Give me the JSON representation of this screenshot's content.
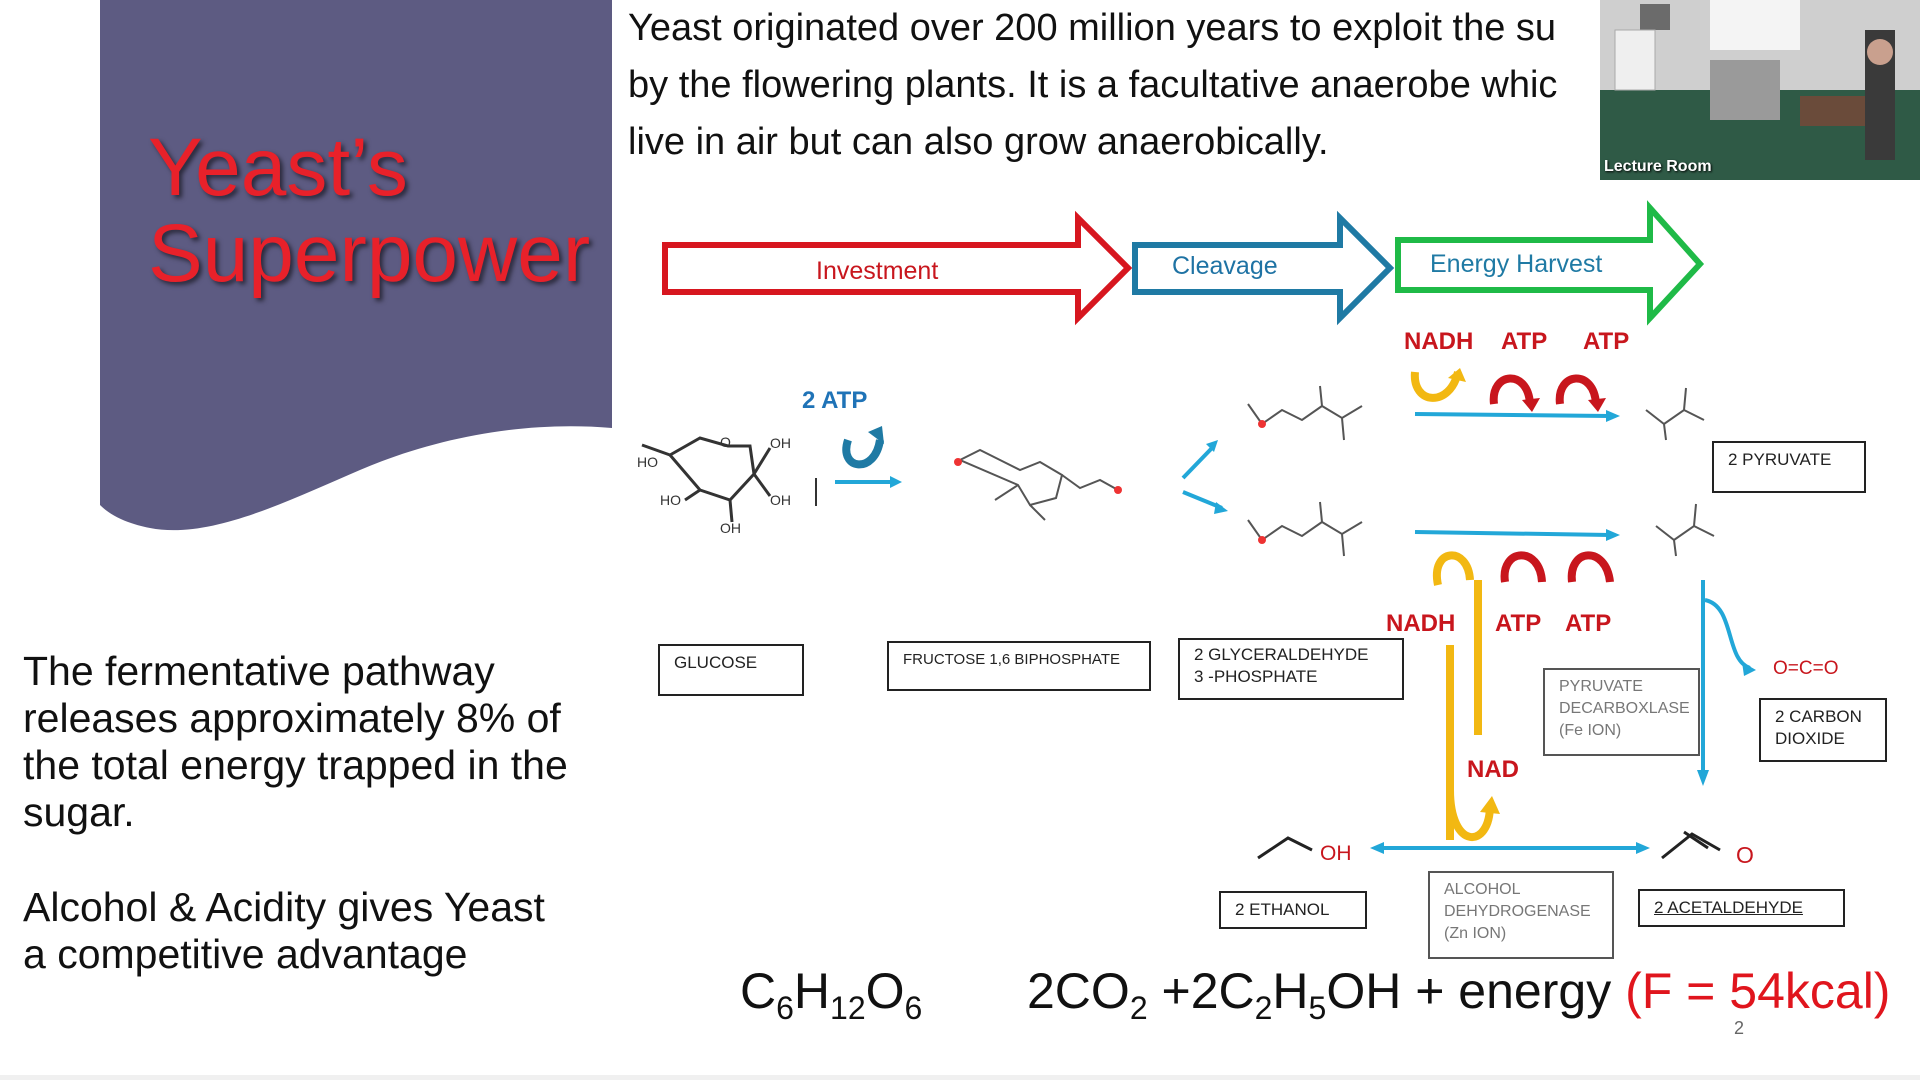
{
  "slide": {
    "title_line1": "Yeast’s",
    "title_line2": "Superpower",
    "intro_lines": [
      "Yeast originated over 200 million years to exploit the su",
      "by the flowering plants. It is a facultative anaerobe whic",
      "live in air but can also grow anaerobically."
    ],
    "para1_lines": [
      "The fermentative pathway",
      "releases approximately 8% of",
      "the total energy trapped in the",
      "sugar."
    ],
    "para2_lines": [
      "Alcohol & Acidity gives Yeast",
      "a competitive advantage"
    ],
    "page_number": "2"
  },
  "pathway": {
    "stage_investment": "Investment",
    "stage_cleavage": "Cleavage",
    "stage_energy": "Energy Harvest",
    "atp2": "2 ATP",
    "top_cofactors": [
      "NADH",
      "ATP",
      "ATP"
    ],
    "bottom_cofactors": [
      "NADH",
      "ATP",
      "ATP"
    ],
    "nad": "NAD",
    "boxes": {
      "glucose": "GLUCOSE",
      "fructose": "FRUCTOSE 1,6 BIPHOSPHATE",
      "g3p_line1": "2 GLYCERALDEHYDE",
      "g3p_line2": "3 -PHOSPHATE",
      "pyruvate": "2 PYRUVATE",
      "decarb_line1": "PYRUVATE",
      "decarb_line2": "DECARBOXLASE",
      "decarb_line3": "(Fe ION)",
      "co2_line1": "2 CARBON",
      "co2_line2": "DIOXIDE",
      "ethanol": "2 ETHANOL",
      "adh_line1": "ALCOHOL",
      "adh_line2": "DEHYDROGENASE",
      "adh_line3": "(Zn ION)",
      "acetaldehyde": "2 ACETALDEHYDE"
    },
    "chem_labels": {
      "ho1": "HO",
      "oh1": "OH",
      "ho2": "HO",
      "oh2": "OH",
      "oh3": "OH",
      "o1": "O",
      "co2_formula": "O=C=O",
      "ethanol_oh": "OH",
      "acet_o": "O"
    }
  },
  "equation": {
    "c": "C",
    "c_sub": "6",
    "h": "H",
    "h_sub": "12",
    "o": "O",
    "o_sub": "6",
    "p1": "2CO",
    "p1_sub": "2",
    "p2": " +2C",
    "p2_sub": "2",
    "p3": "H",
    "p3_sub": "5",
    "p4": "OH + energy ",
    "highlight": "(F = 54kcal)"
  },
  "video": {
    "label": "Lecture Room"
  },
  "colors": {
    "panel": "#5d5b82",
    "title": "#e8212a",
    "investment": "#d7161f",
    "cleavage": "#1f7aa4",
    "energy": "#1fba47",
    "arrow_blue": "#22a7d8",
    "gold": "#f2b812",
    "dark_red": "#c8161d"
  }
}
